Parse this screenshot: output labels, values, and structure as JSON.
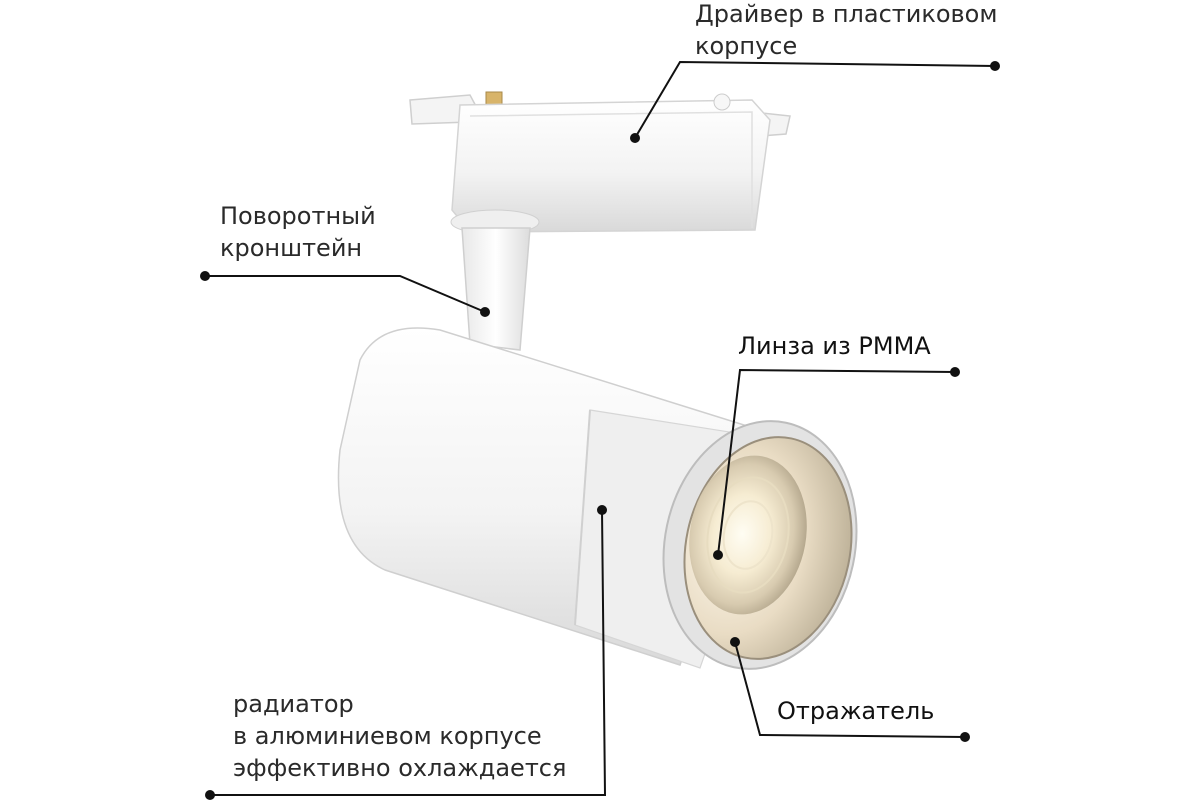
{
  "labels": {
    "driver": {
      "line1": "Драйвер в пластиковом",
      "line2": "корпусе"
    },
    "bracket": {
      "line1": "Поворотный",
      "line2": "кронштейн"
    },
    "lens": {
      "text": "Линза из PMMA"
    },
    "reflector": {
      "text": "Отражатель"
    },
    "radiator": {
      "line1": "радиатор",
      "line2": "в алюминиевом корпусе",
      "line3": "эффективно охлаждается"
    }
  },
  "colors": {
    "leader": "#111111",
    "body": "#f2f2f2",
    "glow": "#fff6dd"
  }
}
